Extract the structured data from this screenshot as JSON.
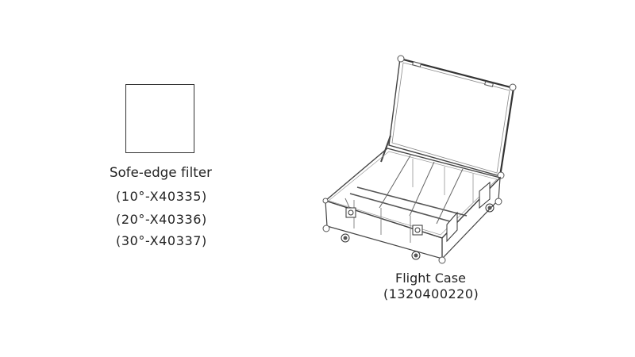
{
  "filter": {
    "title": "Sofe-edge filter",
    "variants": [
      {
        "label": "(10°-X40335)"
      },
      {
        "label": "(20°-X40336)"
      },
      {
        "label": "(30°-X40337)"
      }
    ]
  },
  "flight_case": {
    "title": "Flight Case",
    "code": "(1320400220)"
  }
}
